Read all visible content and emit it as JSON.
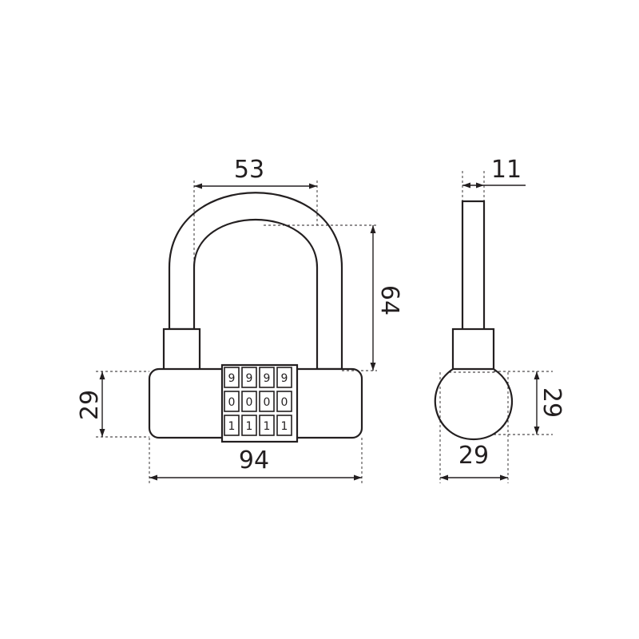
{
  "dimensions": {
    "shackle_width": "53",
    "shackle_height": "64",
    "body_height_front": "29",
    "body_width": "94",
    "shackle_diameter": "11",
    "body_height_side": "29",
    "body_depth": "29"
  },
  "dials": [
    [
      "9",
      "9",
      "9",
      "9"
    ],
    [
      "0",
      "0",
      "0",
      "0"
    ],
    [
      "1",
      "1",
      "1",
      "1"
    ]
  ],
  "colors": {
    "line": "#231f20",
    "background": "#ffffff"
  }
}
